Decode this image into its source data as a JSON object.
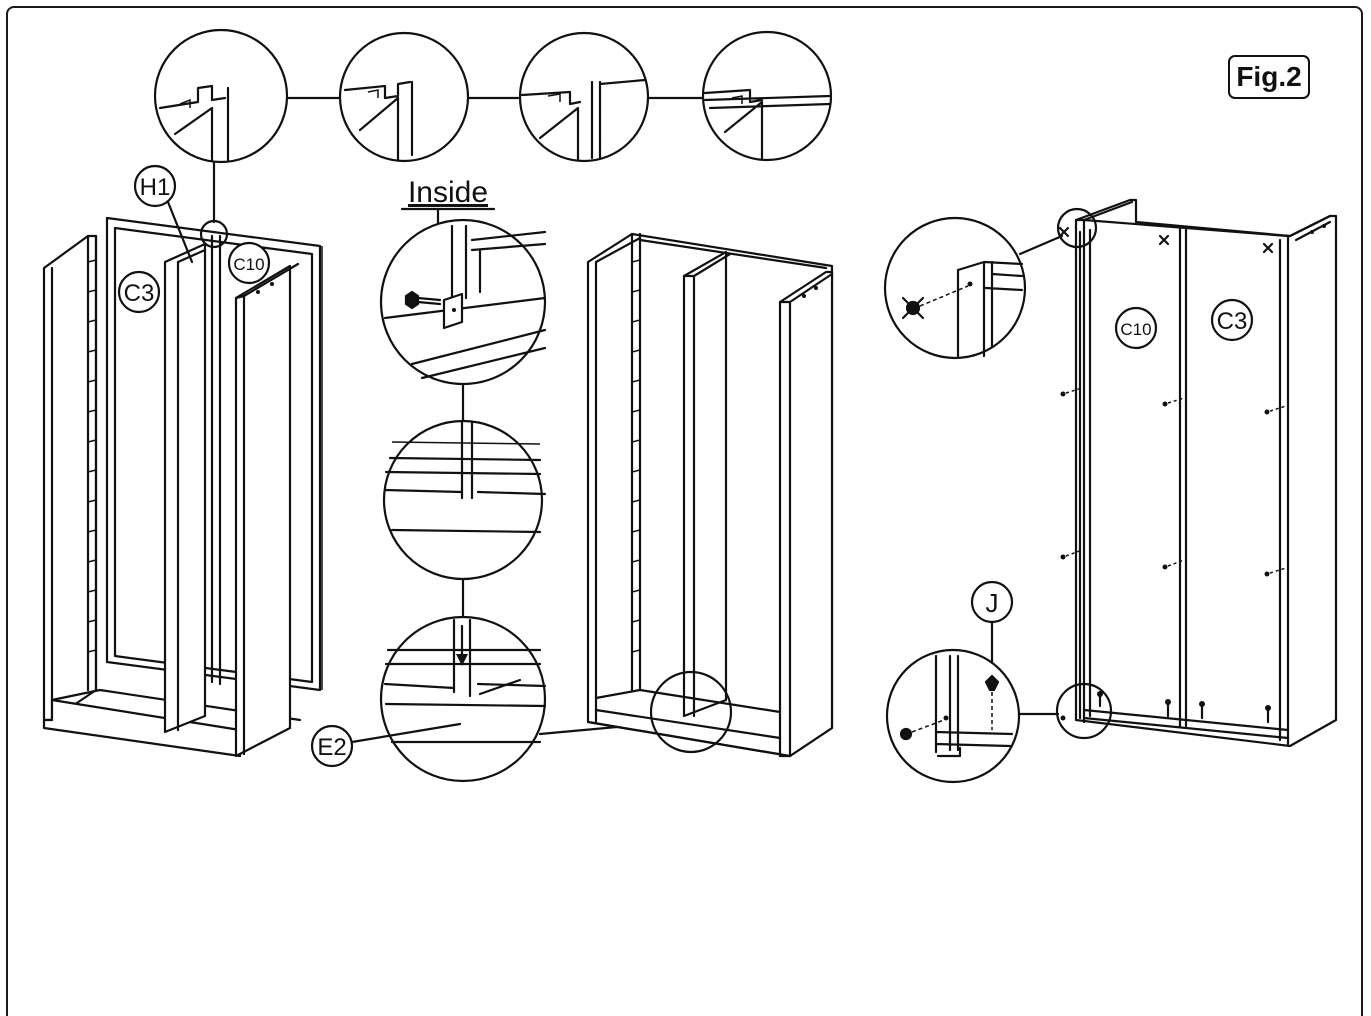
{
  "figure": {
    "label": "Fig.2"
  },
  "step1": {
    "callouts": {
      "h1": "H1",
      "c3": "C3",
      "c10": "C10"
    }
  },
  "step2": {
    "inside_label": "Inside",
    "callouts": {
      "e2": "E2"
    }
  },
  "step3": {
    "callouts": {
      "c10": "C10",
      "c3": "C3",
      "j": "J"
    }
  }
}
